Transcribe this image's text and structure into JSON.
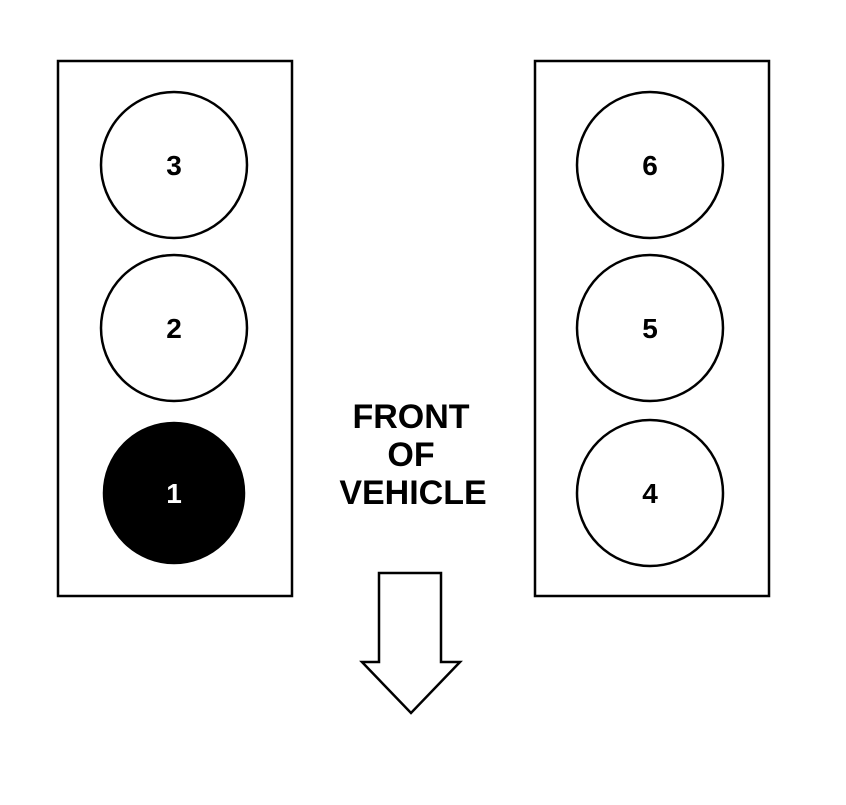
{
  "colors": {
    "line": "#000000",
    "background": "#ffffff",
    "highlight_fill": "#000000",
    "highlight_text": "#ffffff"
  },
  "banks": {
    "left": {
      "cylinders": [
        {
          "label": "3",
          "highlighted": false
        },
        {
          "label": "2",
          "highlighted": false
        },
        {
          "label": "1",
          "highlighted": true
        }
      ]
    },
    "right": {
      "cylinders": [
        {
          "label": "6",
          "highlighted": false
        },
        {
          "label": "5",
          "highlighted": false
        },
        {
          "label": "4",
          "highlighted": false
        }
      ]
    }
  },
  "front_label": {
    "line1": "FRONT",
    "line2": "OF",
    "line3": "VEHICLE"
  },
  "arrow": {
    "icon": "down-arrow-icon",
    "direction": "down"
  }
}
